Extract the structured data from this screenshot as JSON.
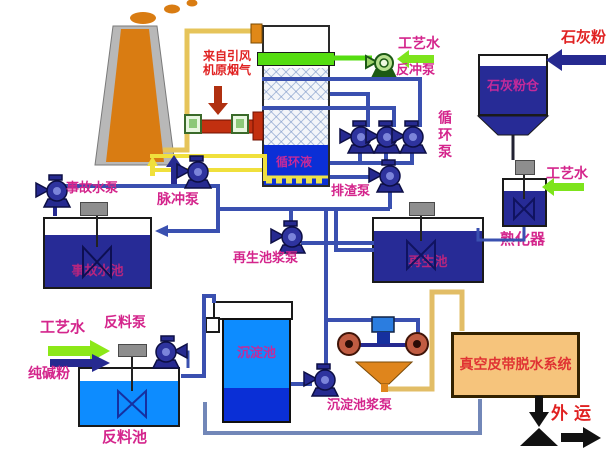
{
  "labels": {
    "flue_gas_source": "来自引风\n机原烟气",
    "process_water": "工艺水",
    "backwash_pump": "反冲泵",
    "lime_powder": "石灰粉",
    "lime_silo": "石灰粉仓",
    "circulation_pump": "循环泵",
    "slag_pump": "排渣泵",
    "pulse_pump": "脉冲泵",
    "emergency_pump": "事故水泵",
    "emergency_pool": "事故水池",
    "slaker": "熟化器",
    "regen_slurry_pump": "再生池浆泵",
    "regen_pool": "再生池",
    "return_pump": "反料泵",
    "soda_ash": "纯碱粉",
    "return_pool": "反料池",
    "sedimentation_pool": "沉淀池",
    "sedimentation_slurry_pump": "沉淀池浆泵",
    "vacuum_belt": "真空皮带脱水系统",
    "outbound": "外运",
    "tower_sump": "循环液"
  },
  "colors": {
    "navy": "#262a90",
    "bright_blue": "#0d8cff",
    "magenta": "#d4258c",
    "red": "#e02222",
    "green_arrow": "#7de41c",
    "chimney_orange": "#d97c12",
    "tan_pipe": "#e2bd66",
    "yellow_pipe": "#f0e03c",
    "vacuum_box": "#f6c47c"
  }
}
